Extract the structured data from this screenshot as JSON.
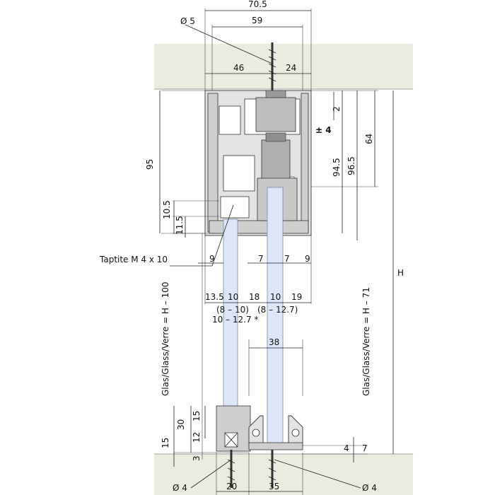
{
  "dimensions": {
    "top_total": "70.5",
    "top_hole_spacing": "59",
    "screw_diameter_top": "Ø 5",
    "left_offset": "46",
    "right_offset": "24",
    "height_95": "95",
    "height_2": "2",
    "adjust": "± 4",
    "height_94_5": "94.5",
    "height_96_5": "96.5",
    "height_64": "64",
    "height_10_5": "10.5",
    "height_11_5": "11.5",
    "gap_9_left": "9",
    "gap_7_a": "7",
    "gap_7_b": "7",
    "gap_9_right": "9",
    "w_13_5": "13.5",
    "w_10_a": "10",
    "w_18": "18",
    "w_10_b": "10",
    "w_19": "19",
    "glass_range_a": "(8 – 10)",
    "glass_range_b": "(8 – 12.7)",
    "glass_range_c": "10 – 12.7 *",
    "w_38": "38",
    "h_30": "30",
    "h_15_a": "15",
    "h_15_b": "15",
    "h_12": "12",
    "h_3": "3",
    "h_4": "4",
    "h_7": "7",
    "total_h": "H",
    "bottom_20": "20",
    "bottom_35": "35",
    "screw_left": "Ø 4",
    "screw_right": "Ø 4"
  },
  "labels": {
    "taptite": "Taptite M 4 x 10",
    "glass_left": "Glas/Glass/Verre = H – 100",
    "glass_right": "Glas/Glass/Verre = H – 71"
  }
}
